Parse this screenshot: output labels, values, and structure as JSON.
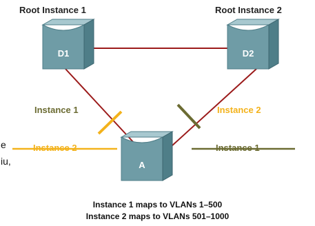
{
  "colors": {
    "switch_top": "#a8c8cf",
    "switch_front": "#6f9ca6",
    "switch_side": "#4f7e88",
    "trunk_line": "#9b1a1a",
    "instance1": "#6b6b32",
    "instance2": "#f3b21b"
  },
  "root1": {
    "label": "Root Instance 1"
  },
  "root2": {
    "label": "Root Instance 2"
  },
  "switches": {
    "d1": {
      "name": "D1",
      "icon": "switch-icon"
    },
    "d2": {
      "name": "D2",
      "icon": "switch-icon"
    },
    "a": {
      "name": "A",
      "icon": "switch-icon"
    }
  },
  "labels": {
    "instance1_left": "Instance 1",
    "instance2_right": "Instance 2",
    "instance2_link": "Instance 2",
    "instance1_link": "Instance 1"
  },
  "side_text": {
    "line1": "e",
    "line2": "iu,"
  },
  "caption": {
    "line1": "Instance 1 maps to VLANs 1–500",
    "line2": "Instance 2 maps to VLANs 501–1000"
  }
}
